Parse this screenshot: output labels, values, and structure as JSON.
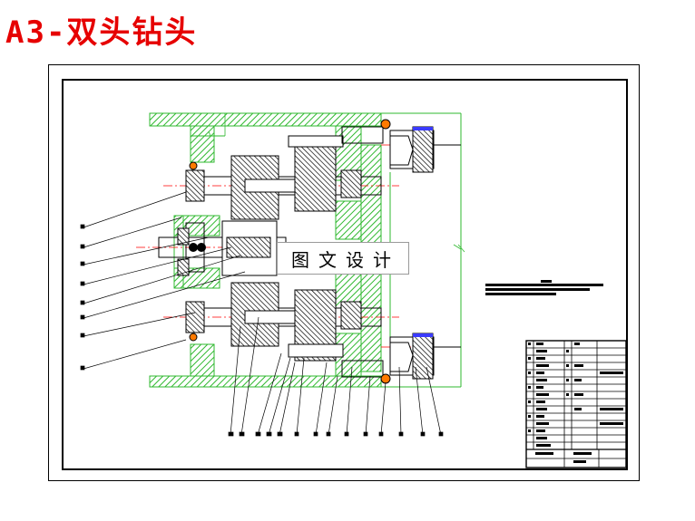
{
  "title": "A3-双头钻头",
  "watermark": "图文设计",
  "colors": {
    "title": "#e60000",
    "housing_hatch": "#2fb82f",
    "center_line": "#ff0000",
    "gear_fill": "#000000",
    "outline": "#000000"
  },
  "icons": [
    "drilling-head-assembly-drawing",
    "title-block-table",
    "technical-notes-block"
  ]
}
